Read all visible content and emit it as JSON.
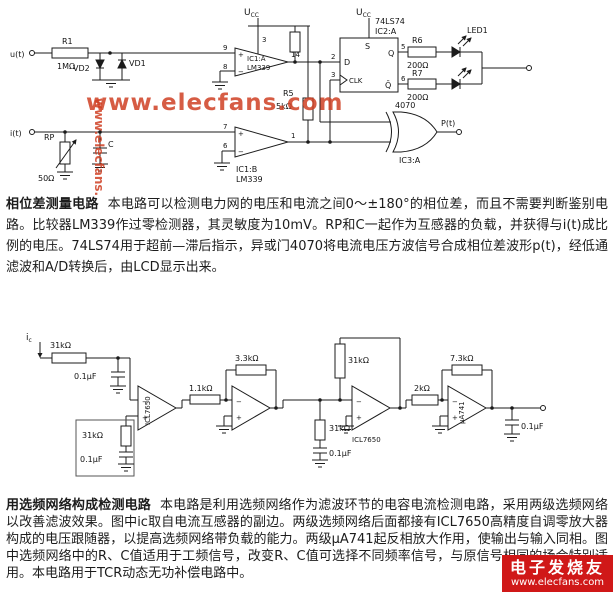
{
  "watermark": {
    "text": "www.elecfans.com"
  },
  "logo": {
    "title": "电子发烧友",
    "site": "www.elecfans.com"
  },
  "signs": {
    "plus": "+",
    "minus": "−"
  },
  "circuit1": {
    "ucc_base": "U",
    "ucc_sub": "CC",
    "input_u": "u(t)",
    "input_i": "i(t)",
    "r1": "R1",
    "r1_val": "1MΩ",
    "vd1": "VD1",
    "vd2": "VD2",
    "pin_vcc": "3",
    "comp_a": {
      "name": "IC1:A",
      "chip": "LM339",
      "pin_plus": "9",
      "pin_minus": "8",
      "pin_out": "14"
    },
    "comp_b": {
      "name": "IC1:B",
      "chip": "LM339",
      "pin_plus": "7",
      "pin_minus": "6",
      "pin_out": "1"
    },
    "r5": "R5",
    "r5_val": "5kΩ",
    "rp": "RP",
    "rp_val": "50Ω",
    "cap": "C",
    "ff": {
      "chip": "74LS74",
      "name": "IC2:A",
      "d": "D",
      "clk": "CLK",
      "s": "S",
      "q": "Q",
      "qbar": "Q̄",
      "pin_d": "2",
      "pin_clk": "3",
      "pin_q": "5",
      "pin_qbar": "6"
    },
    "r6": "R6",
    "r6_val": "200Ω",
    "r7": "R7",
    "r7_val": "200Ω",
    "led1": "LED1",
    "xor": {
      "chip": "4070",
      "name": "IC3:A"
    },
    "output": "P(t)"
  },
  "section1": {
    "title": "相位差测量电路",
    "body": "本电路可以检测电力网的电压和电流之间0～±180°的相位差，而且不需要判断鉴别电路。比较器LM339作过零检测器，其灵敏度为10mV。RP和C一起作为互感器的负载，并获得与i(t)成比例的电压。74LS74用于超前—滞后指示，异或门4070将电流电压方波信号合成相位差波形p(t)，经低通滤波和A/D转换后，由LCD显示出来。"
  },
  "circuit2": {
    "input_base": "i",
    "input_sub": "c",
    "r_in": "31kΩ",
    "c_in": "0.1μF",
    "net1_r": "31kΩ",
    "net1_c": "0.1μF",
    "op1": "ICL7650",
    "r_12": "1.1kΩ",
    "fb2": "3.3kΩ",
    "fb3": "31kΩ",
    "net2_r": "31kΩ",
    "net2_c": "0.1μF",
    "op3": "ICL7650",
    "r_34": "2kΩ",
    "fb4": "7.3kΩ",
    "op4": "μA741",
    "c_out": "0.1μF"
  },
  "section2": {
    "title": "用选频网络构成检测电路",
    "body": "本电路是利用选频网络作为滤波环节的电容电流检测电路，采用两级选频网络以改善滤波效果。图中ic取自电流互感器的副边。两级选频网络后面都接有ICL7650高精度自调零放大器构成的电压跟随器，以提高选频网络带负载的能力。两级μA741起反相放大作用，使输出与输入同相。图中选频网络中的R、C值适用于工频信号，改变R、C值可选择不同频率信号，与原信号相同的场合特别适用。本电路用于TCR动态无功补偿电路中。"
  }
}
